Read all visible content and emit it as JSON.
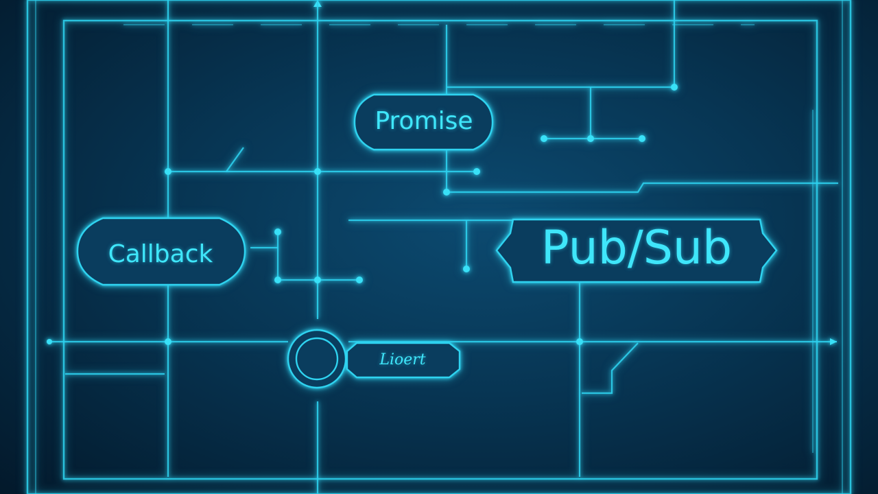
{
  "nodes": {
    "promise": {
      "label": "Promise"
    },
    "callback": {
      "label": "Callback"
    },
    "pubsub": {
      "label": "Pub/Sub"
    },
    "client": {
      "label": "Lioert"
    }
  },
  "colors": {
    "background": "#073553",
    "line": "#2fd3f0",
    "text": "#3fe6fa"
  }
}
